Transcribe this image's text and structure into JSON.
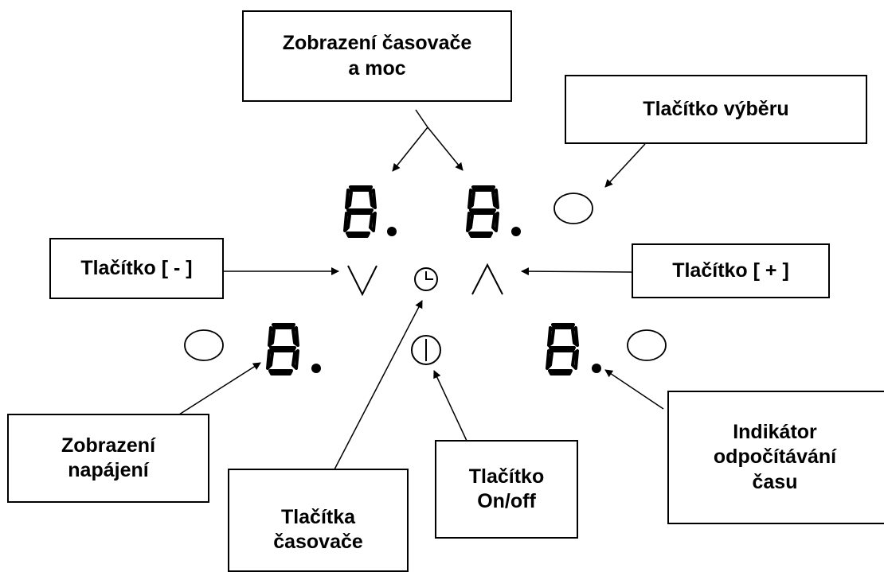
{
  "labels": {
    "timer_power_display": [
      "Zobrazení časovače",
      "a moc"
    ],
    "select_button": [
      "Tlačítko výběru"
    ],
    "minus_button": [
      "Tlačítko [ - ]"
    ],
    "plus_button": [
      "Tlačítko [ + ]"
    ],
    "power_display": [
      "Zobrazení",
      "napájení"
    ],
    "timer_buttons": [
      "Tlačítka",
      "časovače"
    ],
    "onoff_button": [
      "Tlačítko",
      "On/off"
    ],
    "countdown_indicator": [
      "Indikátor",
      "odpočítávání",
      "času"
    ]
  },
  "controls": {
    "digit_glyph": "8",
    "minus_symbol": "chevron-down-icon",
    "plus_symbol": "chevron-up-icon",
    "timer_symbol": "clock-icon",
    "power_symbol": "power-icon",
    "select_symbol": "circle-button-icon"
  },
  "colors": {
    "ink": "#000000",
    "background": "#ffffff"
  }
}
